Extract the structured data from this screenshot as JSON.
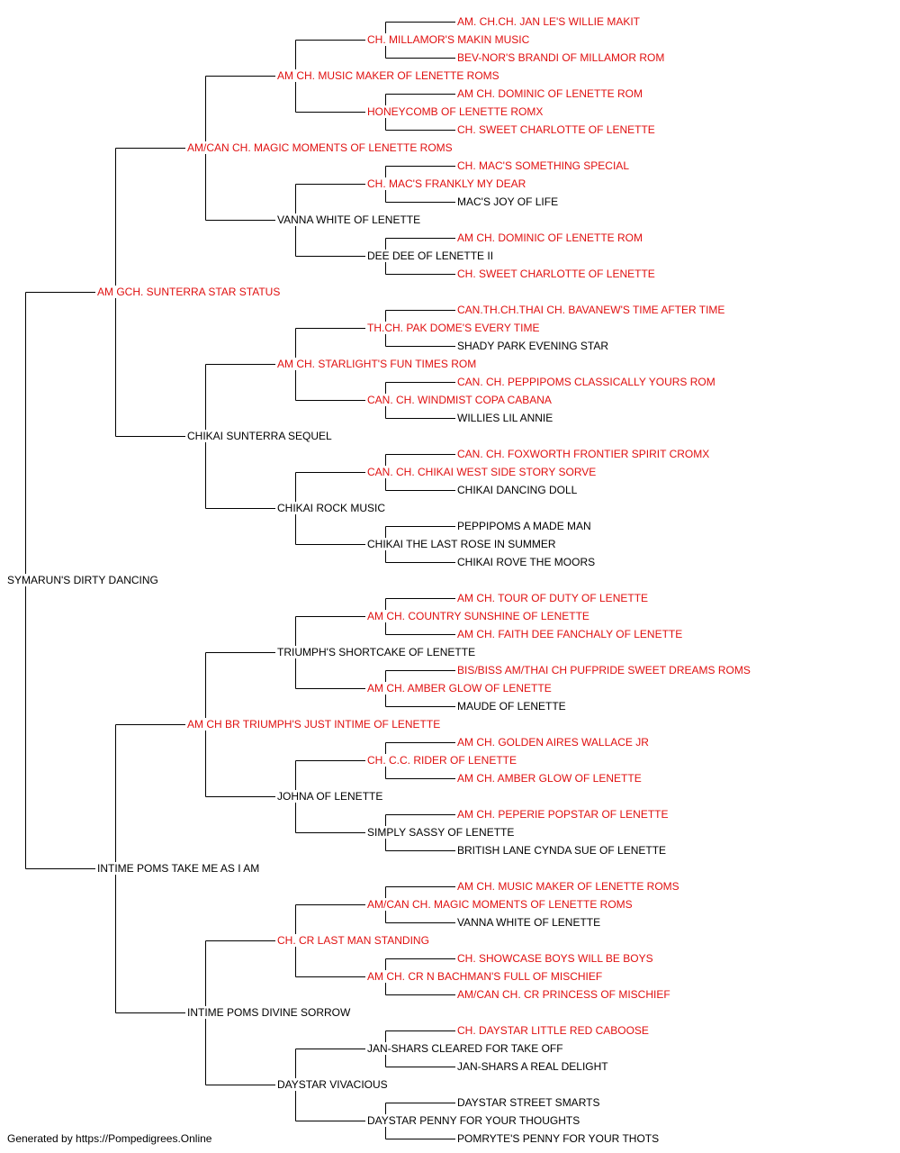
{
  "colors": {
    "champion": "#e01010",
    "normal": "#000000",
    "line": "#000000"
  },
  "footer": "Generated by https://Pompedigrees.Online",
  "pedigree": [
    {
      "name": "SYMARUN'S DIRTY DANCING",
      "ch": false
    },
    {
      "name": "AM GCH. SUNTERRA STAR STATUS",
      "ch": true
    },
    {
      "name": "INTIME POMS TAKE ME AS I AM",
      "ch": false
    },
    {
      "name": "AM/CAN CH. MAGIC MOMENTS OF LENETTE ROMS",
      "ch": true
    },
    {
      "name": "CHIKAI SUNTERRA SEQUEL",
      "ch": false
    },
    {
      "name": "AM CH BR TRIUMPH'S JUST INTIME OF LENETTE",
      "ch": true
    },
    {
      "name": "INTIME POMS DIVINE SORROW",
      "ch": false
    },
    {
      "name": "AM CH. MUSIC MAKER OF LENETTE ROMS",
      "ch": true
    },
    {
      "name": "VANNA WHITE OF LENETTE",
      "ch": false
    },
    {
      "name": "AM CH. STARLIGHT'S FUN TIMES ROM",
      "ch": true
    },
    {
      "name": "CHIKAI ROCK MUSIC",
      "ch": false
    },
    {
      "name": "TRIUMPH'S SHORTCAKE OF LENETTE",
      "ch": false
    },
    {
      "name": "JOHNA OF LENETTE",
      "ch": false
    },
    {
      "name": "CH. CR LAST MAN STANDING",
      "ch": true
    },
    {
      "name": "DAYSTAR VIVACIOUS",
      "ch": false
    },
    {
      "name": "CH. MILLAMOR'S MAKIN MUSIC",
      "ch": true
    },
    {
      "name": "HONEYCOMB OF LENETTE ROMX",
      "ch": true
    },
    {
      "name": "CH. MAC'S FRANKLY MY DEAR",
      "ch": true
    },
    {
      "name": "DEE DEE OF LENETTE II",
      "ch": false
    },
    {
      "name": "TH.CH. PAK DOME'S EVERY TIME",
      "ch": true
    },
    {
      "name": "CAN. CH. WINDMIST COPA CABANA",
      "ch": true
    },
    {
      "name": "CAN. CH. CHIKAI WEST SIDE STORY SORVE",
      "ch": true
    },
    {
      "name": "CHIKAI THE LAST ROSE IN SUMMER",
      "ch": false
    },
    {
      "name": "AM CH. COUNTRY SUNSHINE OF LENETTE",
      "ch": true
    },
    {
      "name": "AM CH. AMBER GLOW OF LENETTE",
      "ch": true
    },
    {
      "name": "CH. C.C. RIDER OF LENETTE",
      "ch": true
    },
    {
      "name": "SIMPLY SASSY OF LENETTE",
      "ch": false
    },
    {
      "name": "AM/CAN CH. MAGIC MOMENTS OF LENETTE ROMS",
      "ch": true
    },
    {
      "name": "AM CH. CR N BACHMAN'S FULL OF MISCHIEF",
      "ch": true
    },
    {
      "name": "JAN-SHARS CLEARED FOR TAKE OFF",
      "ch": false
    },
    {
      "name": "DAYSTAR PENNY FOR YOUR THOUGHTS",
      "ch": false
    },
    {
      "name": "AM. CH.CH. JAN LE'S WILLIE MAKIT",
      "ch": true
    },
    {
      "name": "BEV-NOR'S BRANDI OF MILLAMOR ROM",
      "ch": true
    },
    {
      "name": "AM CH. DOMINIC OF LENETTE ROM",
      "ch": true
    },
    {
      "name": "CH. SWEET CHARLOTTE OF LENETTE",
      "ch": true
    },
    {
      "name": "CH. MAC'S SOMETHING SPECIAL",
      "ch": true
    },
    {
      "name": "MAC'S JOY OF LIFE",
      "ch": false
    },
    {
      "name": "AM CH. DOMINIC OF LENETTE ROM",
      "ch": true
    },
    {
      "name": "CH. SWEET CHARLOTTE OF LENETTE",
      "ch": true
    },
    {
      "name": "CAN.TH.CH.THAI CH. BAVANEW'S TIME AFTER TIME",
      "ch": true
    },
    {
      "name": "SHADY PARK EVENING STAR",
      "ch": false
    },
    {
      "name": "CAN. CH. PEPPIPOMS CLASSICALLY YOURS ROM",
      "ch": true
    },
    {
      "name": "WILLIES LIL ANNIE",
      "ch": false
    },
    {
      "name": "CAN. CH. FOXWORTH FRONTIER SPIRIT CROMX",
      "ch": true
    },
    {
      "name": "CHIKAI DANCING DOLL",
      "ch": false
    },
    {
      "name": "PEPPIPOMS A MADE MAN",
      "ch": false
    },
    {
      "name": "CHIKAI ROVE THE MOORS",
      "ch": false
    },
    {
      "name": "AM CH. TOUR OF DUTY OF LENETTE",
      "ch": true
    },
    {
      "name": "AM CH. FAITH DEE FANCHALY OF LENETTE",
      "ch": true
    },
    {
      "name": "BIS/BISS AM/THAI CH PUFPRIDE SWEET DREAMS ROMS",
      "ch": true
    },
    {
      "name": "MAUDE OF LENETTE",
      "ch": false
    },
    {
      "name": "AM CH. GOLDEN AIRES WALLACE JR",
      "ch": true
    },
    {
      "name": "AM CH. AMBER GLOW OF LENETTE",
      "ch": true
    },
    {
      "name": "AM CH. PEPERIE POPSTAR OF LENETTE",
      "ch": true
    },
    {
      "name": "BRITISH LANE CYNDA SUE OF LENETTE",
      "ch": false
    },
    {
      "name": "AM CH. MUSIC MAKER OF LENETTE ROMS",
      "ch": true
    },
    {
      "name": "VANNA WHITE OF LENETTE",
      "ch": false
    },
    {
      "name": "CH. SHOWCASE BOYS WILL BE BOYS",
      "ch": true
    },
    {
      "name": "AM/CAN CH. CR PRINCESS OF MISCHIEF",
      "ch": true
    },
    {
      "name": "CH. DAYSTAR LITTLE RED CABOOSE",
      "ch": true
    },
    {
      "name": "JAN-SHARS A REAL DELIGHT",
      "ch": false
    },
    {
      "name": "DAYSTAR STREET SMARTS",
      "ch": false
    },
    {
      "name": "POMRYTE'S PENNY FOR YOUR THOTS",
      "ch": false
    }
  ]
}
